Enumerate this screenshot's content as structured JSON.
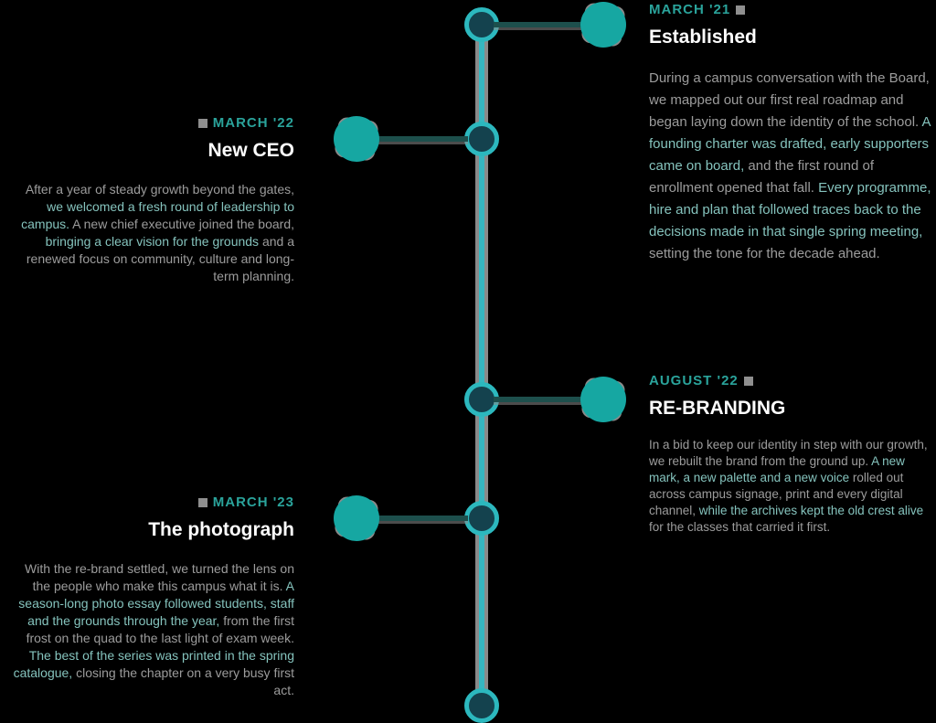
{
  "palette": {
    "background": "#000000",
    "spine_edge": "#8a8a8a",
    "spine_core": "#36b6c0",
    "node_ring": "#2cb8be",
    "node_fill": "#14424e",
    "connector": "#1d4f4c",
    "circle": "#16a7a2",
    "date_text": "#2aa39b",
    "heading_text": "#fdfdfd",
    "body_text": "#9c9c9c",
    "link_text": "#85c3bd"
  },
  "events": [
    {
      "side": "right",
      "date": "MARCH '21",
      "title": "Established",
      "body": [
        {
          "tone": "gray",
          "text": "During a campus conversation with the Board, we mapped out our first real roadmap and began laying down the identity of the school. "
        },
        {
          "tone": "teal",
          "text": "A founding charter was drafted, early supporters came on board, "
        },
        {
          "tone": "gray",
          "text": "and the first round of enrollment opened that fall. "
        },
        {
          "tone": "teal",
          "text": "Every programme, hire and plan that followed traces back to the decisions made in that single spring meeting, "
        },
        {
          "tone": "gray",
          "text": "setting the tone for the decade ahead."
        }
      ]
    },
    {
      "side": "left",
      "date": "MARCH '22",
      "title": "New CEO",
      "body": [
        {
          "tone": "gray",
          "text": "After a year of steady growth beyond the gates, "
        },
        {
          "tone": "teal",
          "text": "we welcomed a fresh round of leadership to campus. "
        },
        {
          "tone": "gray",
          "text": "A new chief executive joined the board, "
        },
        {
          "tone": "teal",
          "text": "bringing a clear vision for the grounds "
        },
        {
          "tone": "gray",
          "text": "and a renewed focus on community, culture and long-term planning."
        }
      ]
    },
    {
      "side": "right",
      "date": "AUGUST '22",
      "title": "RE-BRANDING",
      "body": [
        {
          "tone": "gray",
          "text": "In a bid to keep our identity in step with our growth, we rebuilt the brand from the ground up. "
        },
        {
          "tone": "teal",
          "text": "A new mark, a new palette and a new voice "
        },
        {
          "tone": "gray",
          "text": "rolled out across campus signage, print and every digital channel, "
        },
        {
          "tone": "teal",
          "text": "while the archives kept the old crest alive "
        },
        {
          "tone": "gray",
          "text": "for the classes that carried it first."
        }
      ]
    },
    {
      "side": "left",
      "date": "MARCH '23",
      "title": "The photograph",
      "body": [
        {
          "tone": "gray",
          "text": "With the re-brand settled, we turned the lens on the people who make this campus what it is. "
        },
        {
          "tone": "teal",
          "text": "A season-long photo essay followed students, staff and the grounds through the year, "
        },
        {
          "tone": "gray",
          "text": "from the first frost on the quad to the last light of exam week. "
        },
        {
          "tone": "teal",
          "text": "The best of the series was printed in the spring catalogue, "
        },
        {
          "tone": "gray",
          "text": "closing the chapter on a very busy first act."
        }
      ]
    }
  ]
}
